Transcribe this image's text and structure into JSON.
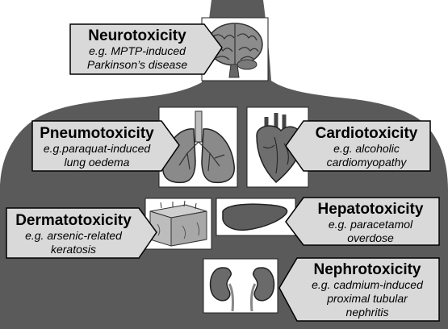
{
  "labels": {
    "neuro": {
      "title": "Neurotoxicity",
      "desc": [
        "e.g. MPTP-induced",
        "Parkinson’s disease"
      ]
    },
    "pneumo": {
      "title": "Pneumotoxicity",
      "desc": [
        "e.g.paraquat-induced",
        "lung oedema"
      ]
    },
    "cardio": {
      "title": "Cardiotoxicity",
      "desc": [
        "e.g. alcoholic",
        "cardiomyopathy"
      ]
    },
    "dermato": {
      "title": "Dermatotoxicity",
      "desc": [
        "e.g. arsenic-related",
        "keratosis"
      ]
    },
    "hepato": {
      "title": "Hepatotoxicity",
      "desc": [
        "e.g. paracetamol",
        "overdose"
      ]
    },
    "nephro": {
      "title": "Nephrotoxicity",
      "desc": [
        "e.g. cadmium-induced",
        "proximal tubular",
        "nephritis"
      ]
    }
  },
  "icons": [
    "brain-icon",
    "lungs-icon",
    "heart-icon",
    "skin-icon",
    "liver-icon",
    "kidneys-icon"
  ],
  "colors": {
    "body_silhouette": "#5a5a5a",
    "label_box": "#d9d9d9",
    "label_border": "#000000"
  }
}
